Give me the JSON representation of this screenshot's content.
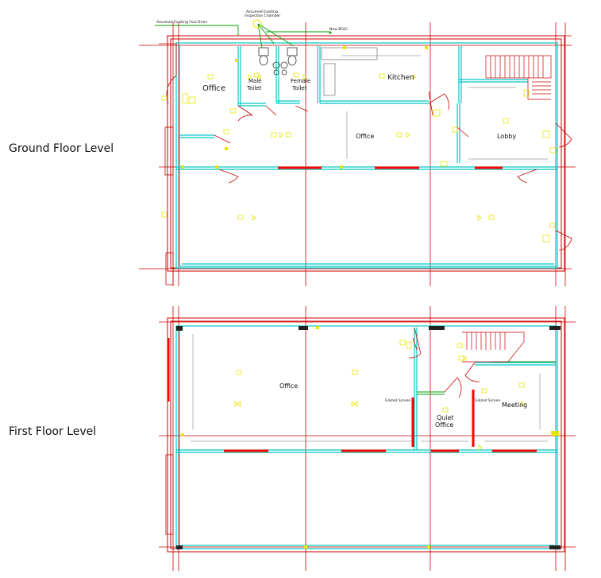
{
  "levels": {
    "ground": "Ground Floor Level",
    "first": "First Floor Level"
  },
  "annotations": {
    "foul_drain": "Assumed Existing Foul Drain",
    "inspection_line1": "Assumed Existing",
    "inspection_line2": "Inspection Chamber",
    "new_bo": "New BO/G",
    "glazed_screen_left": "Glazed Screen",
    "glazed_screen_right": "Glazed Screen"
  },
  "ground_rooms": {
    "office_left": "Office",
    "male_toilet_1": "Male",
    "male_toilet_2": "Toilet",
    "female_toilet_1": "Female",
    "female_toilet_2": "Toilet",
    "kitchen": "Kitchen",
    "office_center": "Office",
    "lobby": "Lobby"
  },
  "first_rooms": {
    "office": "Office",
    "quiet_office_1": "Quiet",
    "quiet_office_2": "Office",
    "meeting": "Meeting"
  },
  "colors": {
    "grid": "#cc0000",
    "wall": "#00c8c8",
    "fixture": "#e6e600",
    "drain": "#00a000",
    "partition": "#ff0000"
  }
}
